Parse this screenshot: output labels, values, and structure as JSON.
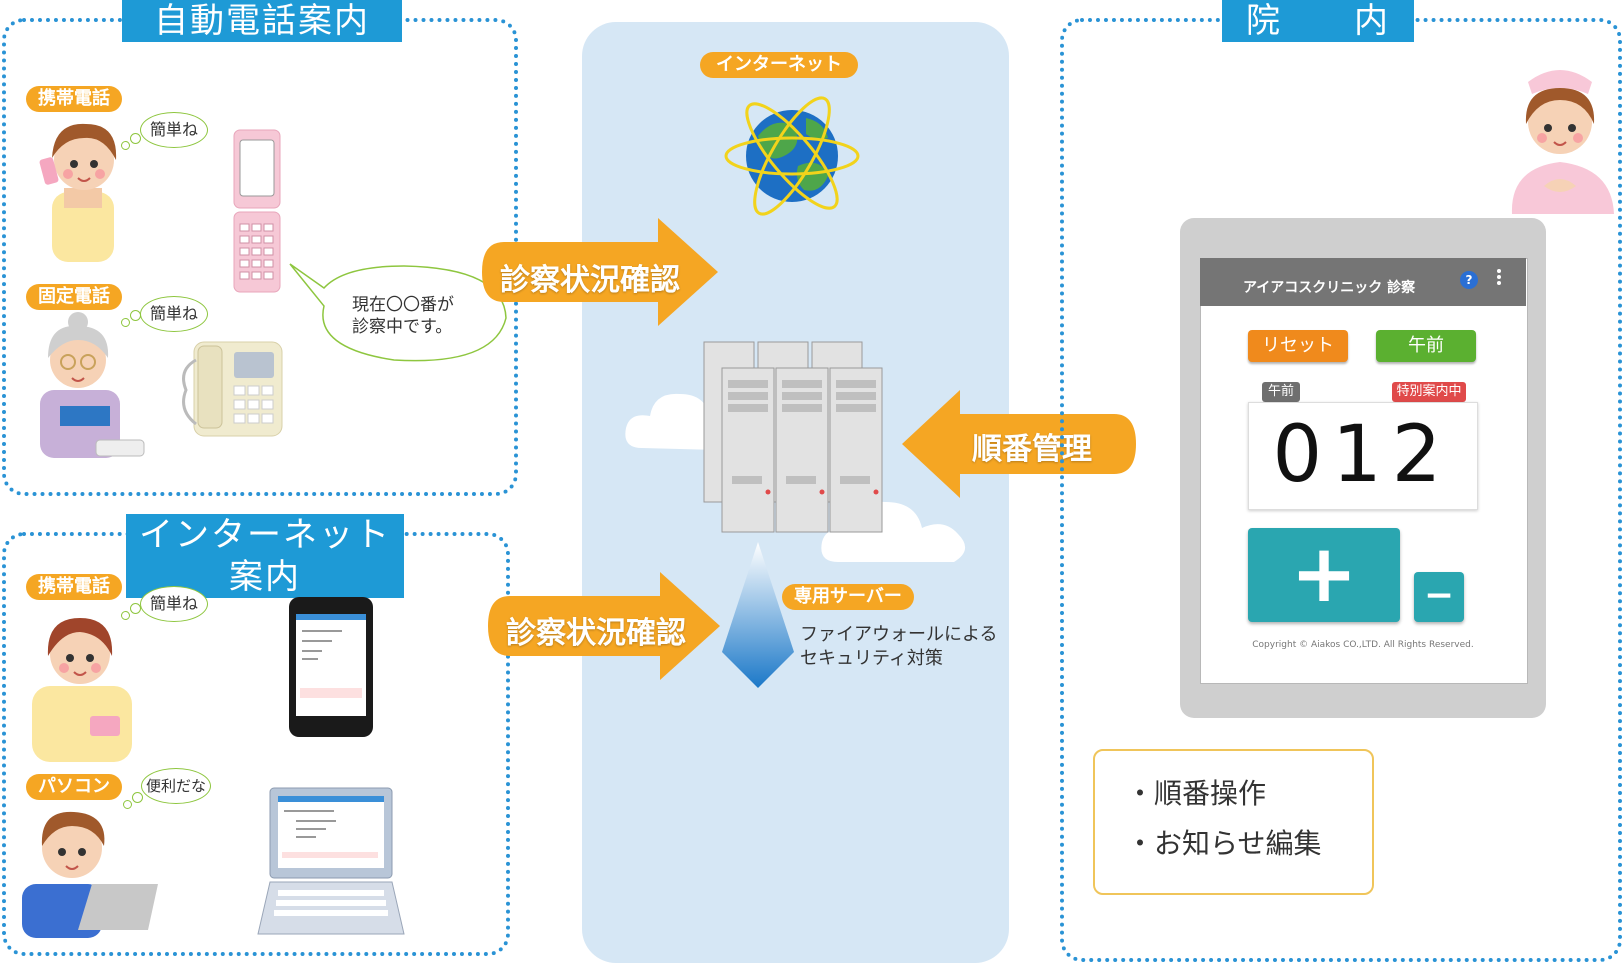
{
  "sections": {
    "auto_phone": {
      "title": "自動電話案内"
    },
    "internet": {
      "title": "インターネット案内"
    },
    "clinic": {
      "title": "院　　内"
    }
  },
  "people": {
    "mobile_top": {
      "tag": "携帯電話",
      "bubble": "簡単ね"
    },
    "landline": {
      "tag": "固定電話",
      "bubble": "簡単ね"
    },
    "mobile_bottom": {
      "tag": "携帯電話",
      "bubble": "簡単ね"
    },
    "pc": {
      "tag": "パソコン",
      "bubble": "便利だな"
    }
  },
  "speech_bubble": {
    "line1": "現在〇〇番が",
    "line2": "診察中です。"
  },
  "arrows": {
    "top": "診察状況確認",
    "bottom": "診察状況確認",
    "right": "順番管理"
  },
  "center": {
    "internet_label": "インターネット",
    "server_label": "専用サーバー",
    "firewall_line1": "ファイアウォールによる",
    "firewall_line2": "セキュリティ対策"
  },
  "app": {
    "title": "アイアコスクリニック 診察",
    "help_icon": "?",
    "reset_button": "リセット",
    "am_button": "午前",
    "session_tag": "午前",
    "special_tag": "特別案内中",
    "number": "012",
    "plus": "+",
    "minus": "−",
    "copyright": "Copyright © Aiakos CO.,LTD. All Rights Reserved."
  },
  "features": {
    "item1": "・順番操作",
    "item2": "・お知らせ編集"
  },
  "colors": {
    "section_blue": "#1e9ad6",
    "orange": "#f5a623",
    "reset_orange": "#f08a1c",
    "am_green": "#5bb030",
    "plus_teal": "#2aa6b0",
    "special_red": "#e04a4a"
  }
}
